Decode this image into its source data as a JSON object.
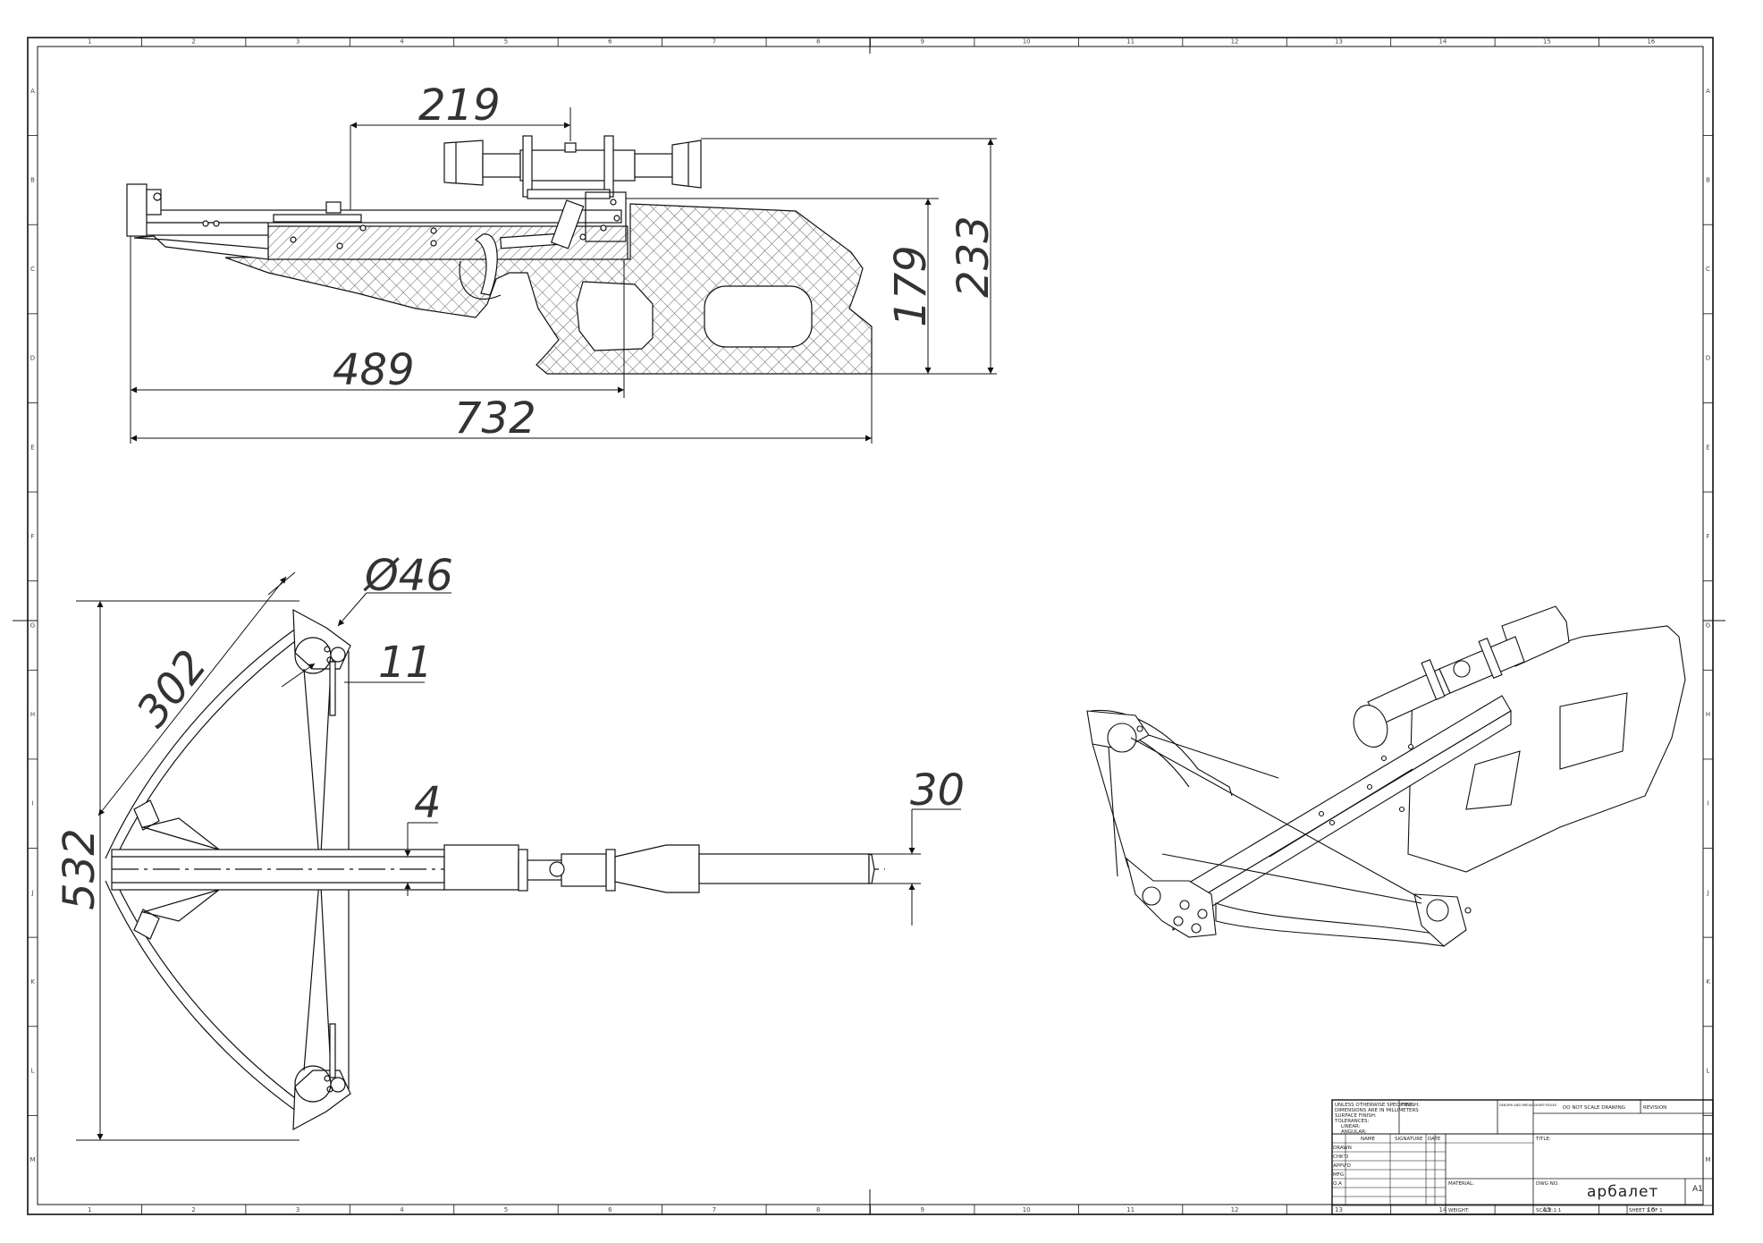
{
  "drawing": {
    "part_name": "арбалет",
    "sheet_size": "A1",
    "dimensions": {
      "scope_rail": "219",
      "grip_height": "179",
      "total_height": "233",
      "trigger_distance": "489",
      "total_length": "732",
      "cam_diameter": "Ø46",
      "cam_offset": "11",
      "rail_width": "4",
      "butt_width": "30",
      "span_width": "532",
      "limb_length": "302"
    },
    "zones": {
      "columns": [
        "1",
        "2",
        "3",
        "4",
        "5",
        "6",
        "7",
        "8",
        "9",
        "10",
        "11",
        "12",
        "13",
        "14",
        "15",
        "16"
      ],
      "rows": [
        "A",
        "B",
        "C",
        "D",
        "E",
        "F",
        "G",
        "H",
        "I",
        "J",
        "K",
        "L",
        "M"
      ]
    },
    "title_block": {
      "notes": [
        "UNLESS OTHERWISE SPECIFIED:",
        "DIMENSIONS ARE IN MILLIMETERS",
        "SURFACE FINISH:",
        "TOLERANCES:",
        "LINEAR:",
        "ANGULAR:"
      ],
      "finish_label": "FINISH:",
      "deburr_label": "DEBURR AND BREAK SHARP EDGES",
      "no_scale_label": "DO NOT SCALE DRAWING",
      "revision_label": "REVISION",
      "title_label": "TITLE:",
      "col_name": "NAME",
      "col_signature": "SIGNATURE",
      "col_date": "DATE",
      "rows": [
        "DRAWN",
        "CHK'D",
        "APPV'D",
        "MFG",
        "Q.A"
      ],
      "material_label": "MATERIAL:",
      "weight_label": "WEIGHT:",
      "dwg_no_label": "DWG NO.",
      "scale_label": "SCALE:1:1",
      "sheet_label": "SHEET 1 OF 1"
    }
  }
}
